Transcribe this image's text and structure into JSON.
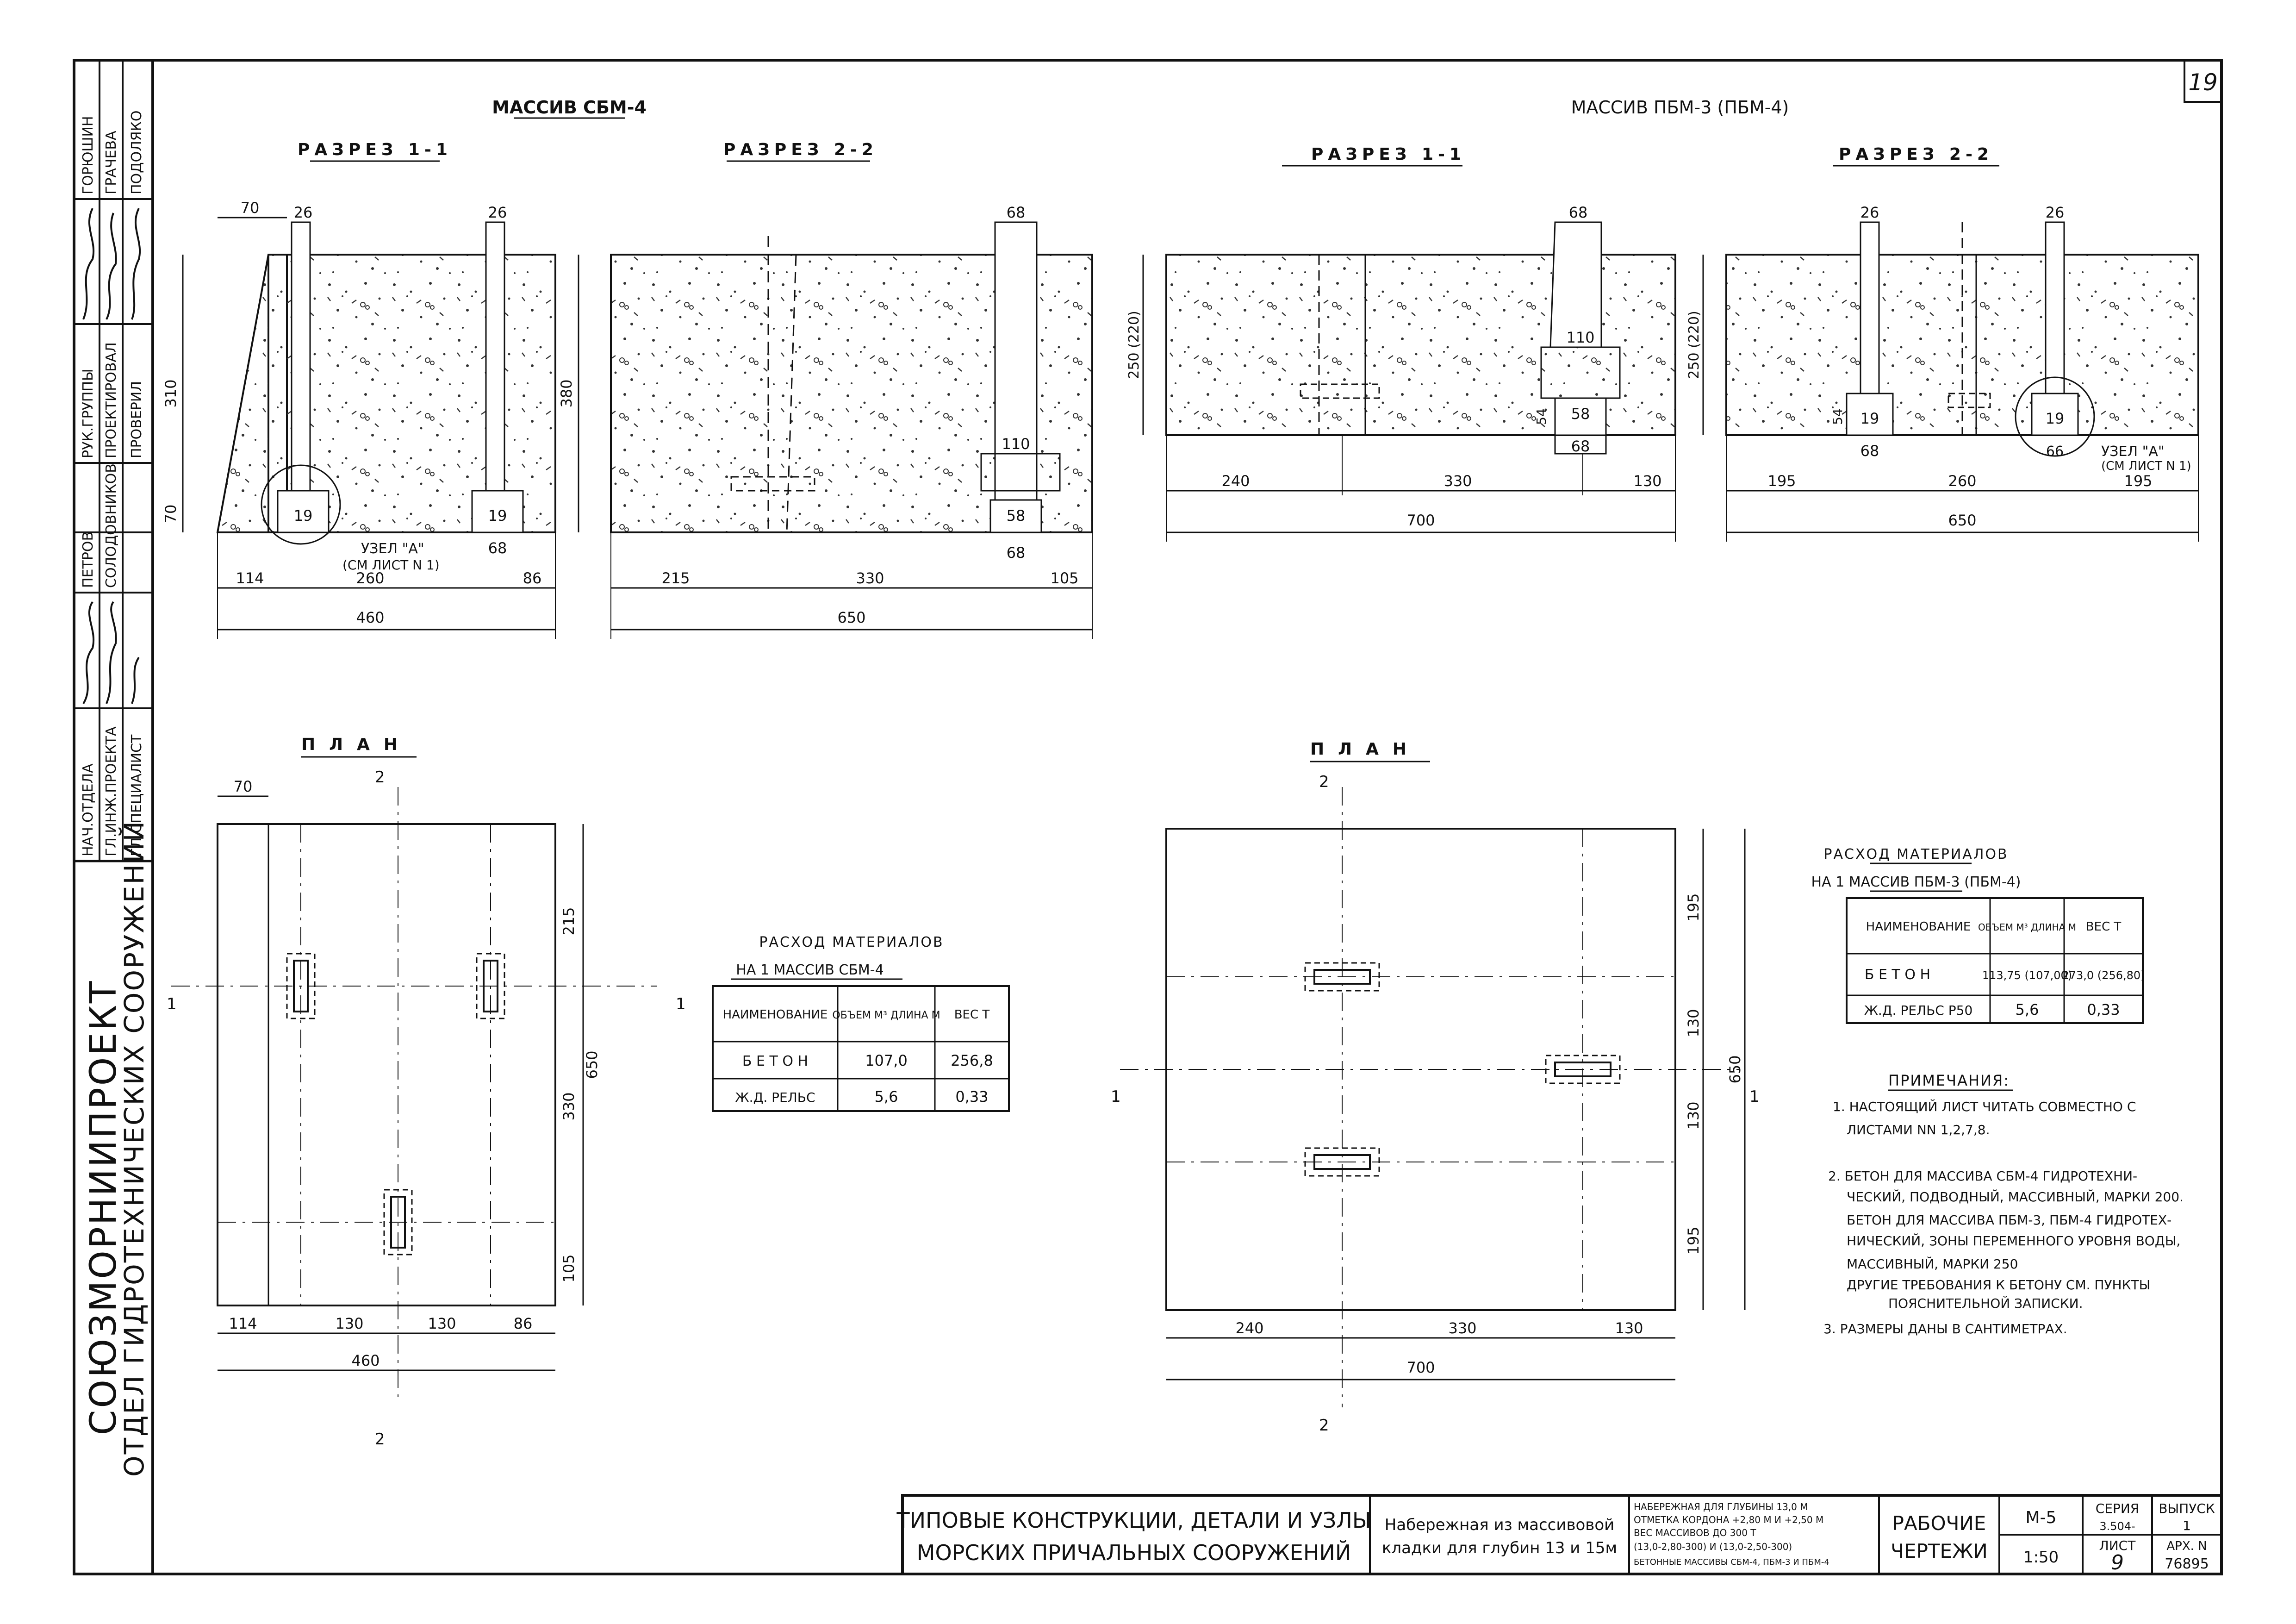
{
  "sheet_number": "19",
  "left_block": {
    "org_name": "СОЮЗМОРНИИПРОЕКТ",
    "org_dept": "ОТДЕЛ ГИДРОТЕХНИЧЕСКИХ СООРУЖЕНИЙ",
    "roles": [
      "НАЧ.ОТДЕЛА",
      "ГЛ.ИНЖ.ПРОЕКТА",
      "ГЛ.СПЕЦИАЛИСТ",
      "РУК.ГРУППЫ",
      "ПРОЕКТИРОВАЛ",
      "ПРОВЕРИЛ"
    ],
    "names": [
      "ПЕТРОВ",
      "СОЛОДОВНИКОВ",
      "ГОРЮШИН",
      "ГРАЧЕВА",
      "ПОДОЛЯКО"
    ]
  },
  "left_part": {
    "title": "МАССИВ СБМ-4",
    "sec11_title": "РАЗРЕЗ 1-1",
    "sec11_dims": [
      "70",
      "26",
      "26",
      "310",
      "70",
      "19",
      "19",
      "68",
      "114",
      "260",
      "86",
      "460"
    ],
    "node_label": "УЗЕЛ \"А\"",
    "node_ref": "(СМ ЛИСТ N 1)",
    "sec22_title": "РАЗРЕЗ 2-2",
    "sec22_dims": [
      "68",
      "380",
      "110",
      "58",
      "68",
      "215",
      "330",
      "105",
      "650"
    ],
    "plan_title": "ПЛАН",
    "plan_dims": [
      "70",
      "215",
      "330",
      "105",
      "650",
      "114",
      "130",
      "130",
      "86",
      "460"
    ],
    "cut_marks": [
      "2",
      "2",
      "1",
      "1"
    ]
  },
  "right_part": {
    "title": "МАССИВ ПБМ-3 (ПБМ-4)",
    "sec11_title": "РАЗРЕЗ 1-1",
    "sec11_dims": [
      "68",
      "250 (220)",
      "110",
      "54",
      "58",
      "68",
      "240",
      "330",
      "130",
      "700"
    ],
    "sec22_title": "РАЗРЕЗ 2-2",
    "sec22_dims": [
      "26",
      "26",
      "250 (220)",
      "54",
      "19",
      "19",
      "68",
      "66",
      "195",
      "260",
      "195",
      "650"
    ],
    "node_label": "УЗЕЛ \"А\"",
    "node_ref": "(СМ ЛИСТ N 1)",
    "plan_title": "ПЛАН",
    "plan_dims": [
      "195",
      "130",
      "130",
      "195",
      "650",
      "240",
      "330",
      "130",
      "700"
    ],
    "cut_marks": [
      "2",
      "2",
      "1",
      "1"
    ]
  },
  "table_sbm": {
    "title": "РАСХОД МАТЕРИАЛОВ",
    "subtitle": "НА 1 МАССИВ СБМ-4",
    "headers": [
      "НАИМЕНОВАНИЕ",
      "ОБЪЕМ М³ ДЛИНА М",
      "ВЕС Т"
    ],
    "rows": [
      [
        "Б Е Т О Н",
        "107,0",
        "256,8"
      ],
      [
        "Ж.Д. РЕЛЬС",
        "5,6",
        "0,33"
      ]
    ]
  },
  "table_pbm": {
    "title": "РАСХОД МАТЕРИАЛОВ",
    "subtitle": "НА 1 МАССИВ ПБМ-3 (ПБМ-4)",
    "headers": [
      "НАИМЕНОВАНИЕ",
      "ОБЪЕМ М³ ДЛИНА М",
      "ВЕС Т"
    ],
    "rows": [
      [
        "Б Е Т О Н",
        "113,75 (107,00)",
        "273,0 (256,80)"
      ],
      [
        "Ж.Д. РЕЛЬС Р50",
        "5,6",
        "0,33"
      ]
    ]
  },
  "notes": {
    "title": "ПРИМЕЧАНИЯ:",
    "lines": [
      "1. НАСТОЯЩИЙ ЛИСТ ЧИТАТЬ СОВМЕСТНО С",
      "ЛИСТАМИ NN 1,2,7,8.",
      "2. БЕТОН ДЛЯ МАССИВА СБМ-4 ГИДРОТЕХНИ-",
      "ЧЕСКИЙ, ПОДВОДНЫЙ, МАССИВНЫЙ, МАРКИ 200.",
      "БЕТОН ДЛЯ МАССИВА ПБМ-3, ПБМ-4 ГИДРОТЕХ-",
      "НИЧЕСКИЙ, ЗОНЫ ПЕРЕМЕННОГО УРОВНЯ ВОДЫ,",
      "МАССИВНЫЙ, МАРКИ 250",
      "ДРУГИЕ ТРЕБОВАНИЯ К БЕТОНУ СМ. ПУНКТЫ",
      "ПОЯСНИТЕЛЬНОЙ ЗАПИСКИ.",
      "3. РАЗМЕРЫ ДАНЫ В САНТИМЕТРАХ."
    ]
  },
  "title_block": {
    "main_line1": "ТИПОВЫЕ КОНСТРУКЦИИ, ДЕТАЛИ И УЗЛЫ",
    "main_line2": "МОРСКИХ ПРИЧАЛЬНЫХ СООРУЖЕНИЙ",
    "object_line1": "Набережная из массивовой",
    "object_line2": "кладки для глубин 13 и 15м",
    "spec_lines": [
      "НАБЕРЕЖНАЯ ДЛЯ ГЛУБИНЫ 13,0 М",
      "ОТМЕТКА КОРДОНА +2,80 М И +2,50 М",
      "ВЕС МАССИВОВ ДО 300 Т",
      "(13,0-2,80-300) И (13,0-2,50-300)",
      "БЕТОННЫЕ МАССИВЫ СБМ-4, ПБМ-3 И ПБМ-4"
    ],
    "stage_line1": "РАБОЧИЕ",
    "stage_line2": "ЧЕРТЕЖИ",
    "mark": "М-5",
    "scale": "1:50",
    "series_label": "СЕРИЯ",
    "series_value": "3.504-",
    "issue_label": "ВЫПУСК",
    "issue_value": "1",
    "sheet_label": "ЛИСТ",
    "sheet_value": "9",
    "arch_label": "АРХ. N",
    "arch_value": "76895"
  }
}
